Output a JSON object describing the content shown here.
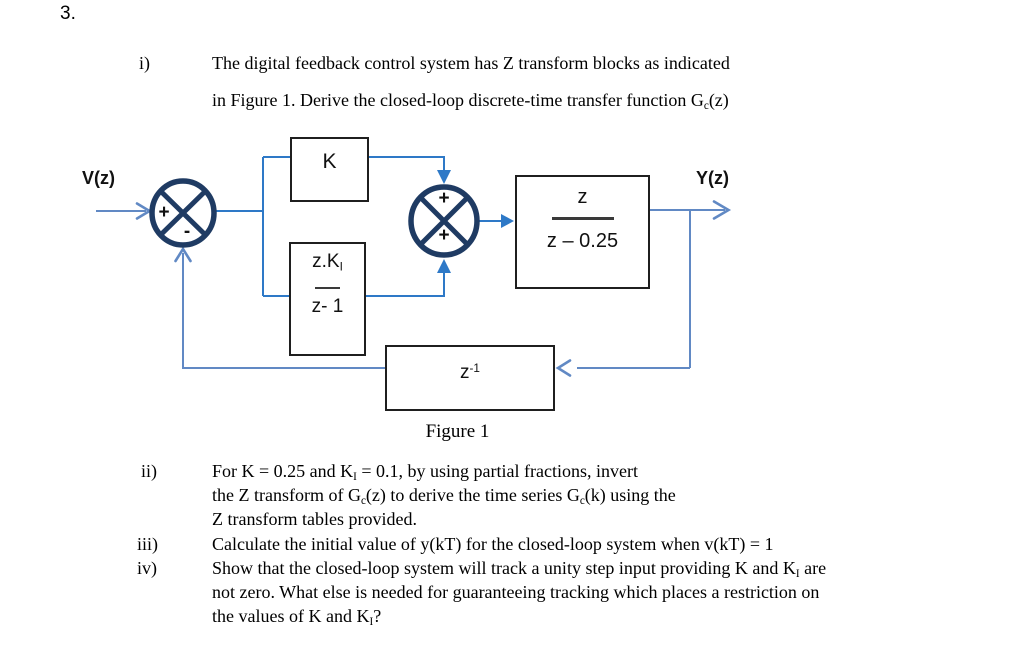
{
  "page": {
    "number": "3."
  },
  "colors": {
    "flow_line": "#2E79C7",
    "flow_line_light": "#6189C4",
    "junction": "#1F3B63",
    "block_border": "#1f1f1f",
    "text": "#000000"
  },
  "items": {
    "i": {
      "label": "i)",
      "lines": [
        [
          {
            "t": "The digital feedback control system has Z transform blocks as indicated"
          }
        ],
        [
          {
            "t": "in Figure 1. Derive the closed-loop discrete-time transfer function G"
          },
          {
            "sub": "c"
          },
          {
            "t": "(z)"
          }
        ]
      ]
    },
    "ii": {
      "label": "ii)",
      "lines": [
        [
          {
            "t": "For K = 0.25 and K"
          },
          {
            "sub": "I"
          },
          {
            "t": " = 0.1, by using partial fractions, invert"
          }
        ],
        [
          {
            "t": "the Z transform of G"
          },
          {
            "sub": "c"
          },
          {
            "t": "(z) to derive the time series G"
          },
          {
            "sub": "c"
          },
          {
            "t": "(k) using the"
          }
        ],
        [
          {
            "t": "Z transform tables provided."
          }
        ]
      ]
    },
    "iii": {
      "label": "iii)",
      "lines": [
        [
          {
            "t": "Calculate the initial value of y(kT) for the closed-loop system when v(kT) = 1"
          }
        ]
      ]
    },
    "iv": {
      "label": "iv)",
      "lines": [
        [
          {
            "t": "Show that the closed-loop system will track a unity step input providing K and K"
          },
          {
            "sub": "I"
          },
          {
            "t": " are"
          }
        ],
        [
          {
            "t": "not zero. What else is needed for guaranteeing tracking which places a restriction on"
          }
        ],
        [
          {
            "t": "the values of K and K"
          },
          {
            "sub": "I"
          },
          {
            "t": "?"
          }
        ]
      ]
    }
  },
  "diagram": {
    "input_label": "V(z)",
    "output_label": "Y(z)",
    "sum1": {
      "left_sign": "+",
      "bottom_sign": "-"
    },
    "sum2": {
      "top_sign": "+",
      "bottom_sign": "+"
    },
    "blocks": {
      "gain": {
        "label": "K"
      },
      "integrator": {
        "numerator": [
          {
            "t": "z.K"
          },
          {
            "sub": "I"
          }
        ],
        "denominator": [
          {
            "t": "z- 1"
          }
        ]
      },
      "plant": {
        "numerator": [
          {
            "t": "z"
          }
        ],
        "denominator": [
          {
            "t": "z – 0.25"
          }
        ]
      },
      "delay": {
        "label": [
          {
            "t": "z"
          },
          {
            "sup": "-1"
          }
        ]
      }
    },
    "caption": "Figure 1"
  }
}
